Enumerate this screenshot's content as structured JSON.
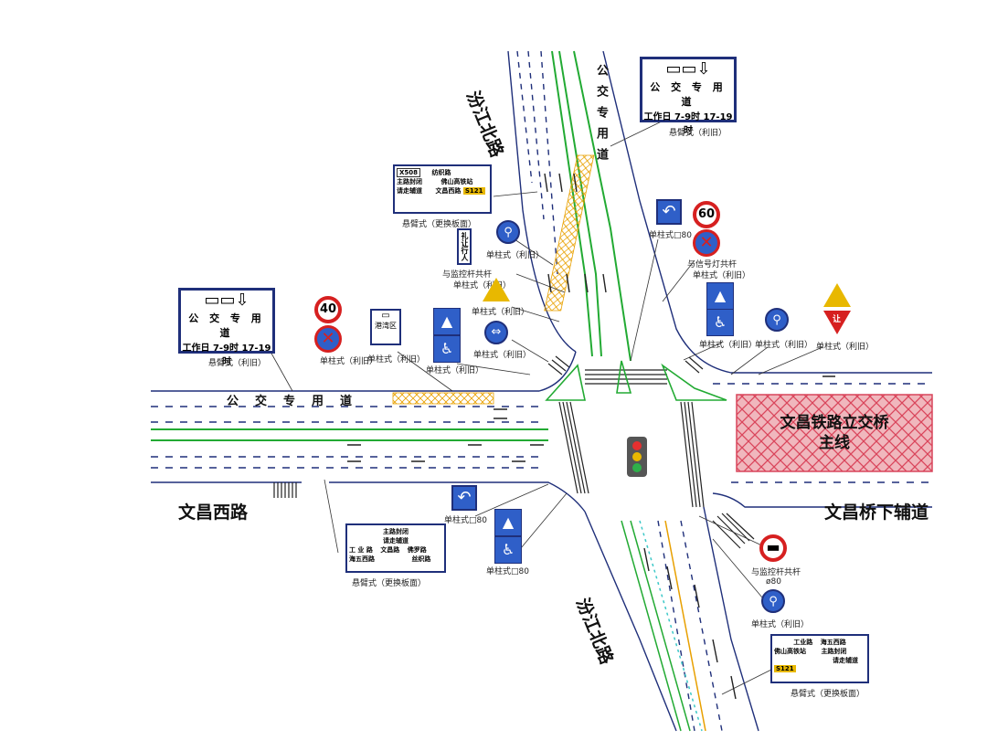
{
  "roads": {
    "north": "汾江北路",
    "south": "汾江北路",
    "west": "文昌西路",
    "east": "文昌桥下辅道",
    "bridge_line1": "文昌铁路立交桥",
    "bridge_line2": "主线"
  },
  "pavement_text": {
    "north_vertical": "公交专用道",
    "west_horizontal": "公交专用道"
  },
  "bus_lane_sign": {
    "title": "公 交 专 用 道",
    "hours": "工作日 7-9时 17-19时"
  },
  "speed_limits": {
    "west": "40",
    "north": "60"
  },
  "captions": {
    "cantilever": "悬臂式（利旧）",
    "cantilever_replace": "悬臂式（更换板面）",
    "single_post_reuse": "单柱式（利旧）",
    "single_post_80": "单柱式□80",
    "shared_monitor_pole": "与监控杆共杆",
    "shared_monitor_pole_diam": "ø80",
    "shared_signal_pole": "与信号灯共杆"
  },
  "guide_signs": {
    "north": {
      "code": "X508",
      "top": "纺织路",
      "left1": "主路封闭",
      "left2": "请走辅道",
      "right": "佛山高铁站",
      "bottom": "文昌西路",
      "route": "S121"
    },
    "south": {
      "top1": "主路封闭",
      "top2": "请走辅道",
      "left1": "工 业 路",
      "left2": "海五西路",
      "right1": "佛罗路",
      "right2": "丝织路",
      "center": "文昌路"
    },
    "east": {
      "top1": "工业路",
      "top2": "海五西路",
      "left": "佛山高铁站",
      "right1": "主路封闭",
      "right2": "请走辅道",
      "route": "S121"
    }
  },
  "small_signs": {
    "yield_pedestrians": "礼让行人",
    "bus_bay": "港湾区",
    "yield": "让"
  },
  "colors": {
    "road_line": "#1f2f7a",
    "median": "#22aa33",
    "crosshatch": "#e8a000",
    "bridge_fill": "#f0b7bd",
    "bridge_hatch": "#d9455b",
    "sign_blue": "#2f5fc8",
    "sign_red": "#d62020"
  }
}
